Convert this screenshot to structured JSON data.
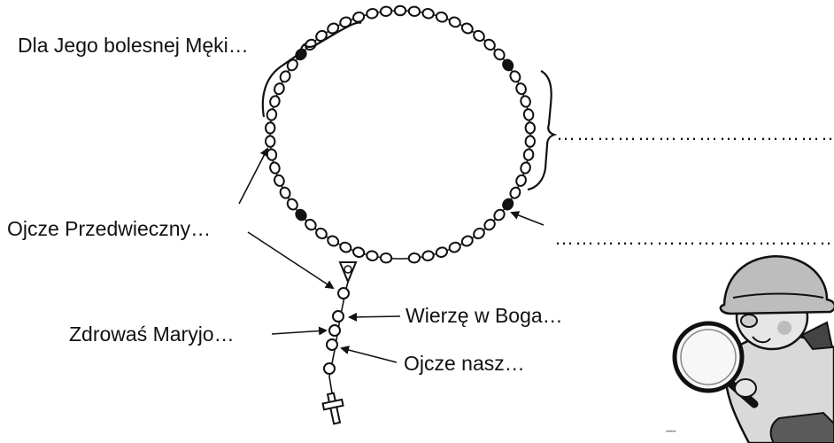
{
  "labels": {
    "dla_jego": "Dla Jego bolesnej Męki…",
    "ojcze_przedwieczny": "Ojcze Przedwieczny…",
    "zdrowas": "Zdrowaś Maryjo…",
    "wierze": "Wierzę w Boga…",
    "ojcze_nasz": "Ojcze nasz…"
  },
  "blanks": {
    "top": "……………………………………",
    "bottom": "……………………………………"
  },
  "stray_mark": "˝˝˝"
}
